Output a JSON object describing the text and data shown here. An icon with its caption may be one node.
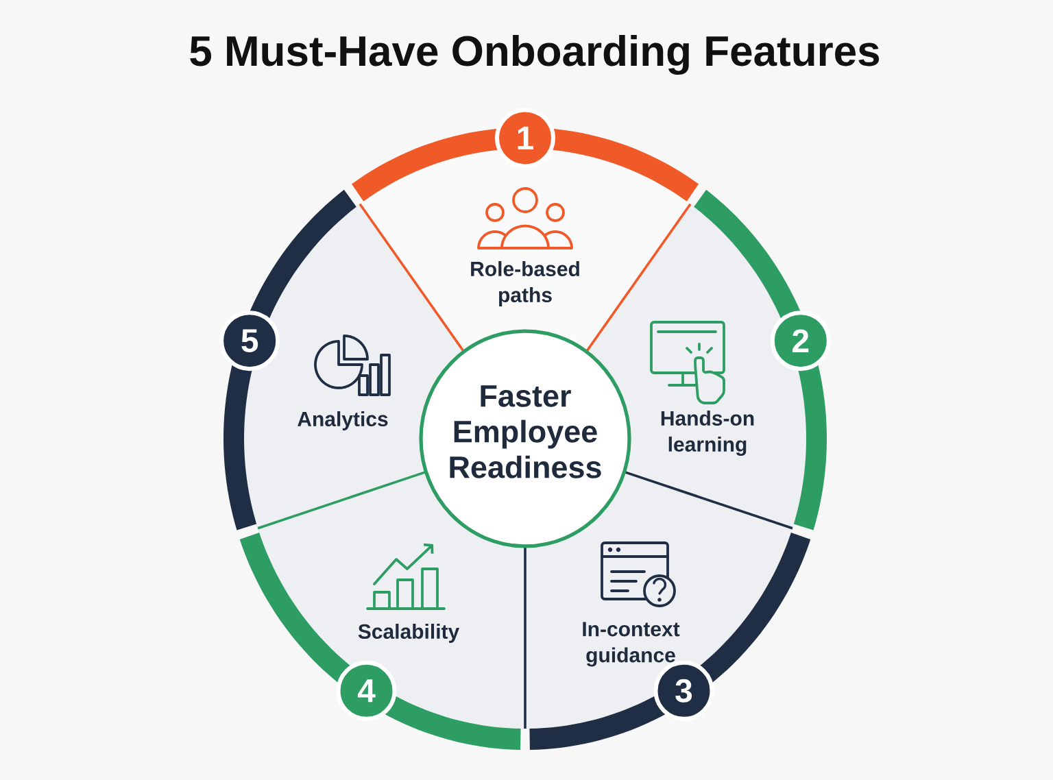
{
  "diagram": {
    "title": "5 Must-Have Onboarding Features",
    "nodes": [
      {
        "text": [
          "1",
          "Role-based paths"
        ]
      },
      {
        "text": [
          "2",
          "Hands-on learning"
        ]
      },
      {
        "text": [
          "In-context guidance",
          "3"
        ]
      },
      {
        "text": [
          "Scalability",
          "4"
        ]
      },
      {
        "text": [
          "5",
          "Analytics"
        ]
      },
      {
        "text": [
          "Faster Employee Readiness"
        ]
      }
    ]
  }
}
